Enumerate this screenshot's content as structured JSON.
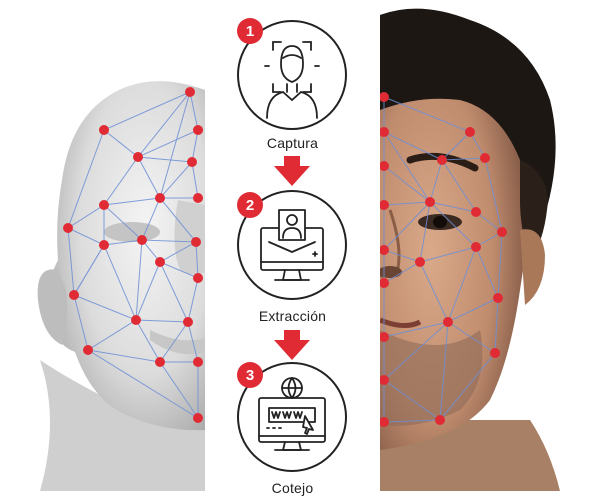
{
  "colors": {
    "accent": "#e02b35",
    "mesh_line": "#6d8fd6",
    "icon_stroke": "#222222"
  },
  "steps": [
    {
      "number": "1",
      "label": "Captura",
      "icon": "face-scan-icon"
    },
    {
      "number": "2",
      "label": "Extracción",
      "icon": "monitor-user-icon"
    },
    {
      "number": "3",
      "label": "Cotejo",
      "icon": "web-browser-icon"
    }
  ]
}
